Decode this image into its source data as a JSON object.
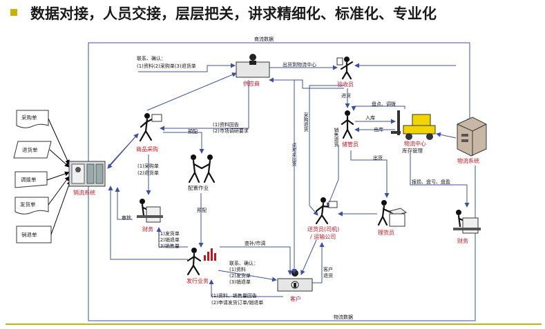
{
  "title": "数据对接，人员交接，层层把关，讲求精细化、标准化、专业化",
  "colors": {
    "accent": "#c8b400",
    "line": "#3c4fa3",
    "red_label": "#c0141e"
  },
  "docs": [
    "采购单",
    "退货单",
    "调拨单",
    "发货单",
    "销退单"
  ],
  "nodes": {
    "sales_system": "销流系统",
    "supplier": "供应商",
    "purchase": "商品采购",
    "allocation": "配置作业",
    "finance_left": "财务",
    "distribution": "发行业务",
    "customer": "客户",
    "inspector": "验收员",
    "warehouse_keeper": "储管员",
    "logistics_center": "物流中心",
    "inventory_mgmt": "库存管理",
    "logistics_system": "物流系统",
    "stocker": "理货员",
    "delivery_line1": "送货员(司机)",
    "delivery_line2": "/ 运输公司",
    "finance_right": "财务"
  },
  "labels": {
    "commerce_data": "商流数据",
    "logistics_data": "物流数据",
    "contact_top_1": "联系、确认：",
    "contact_top_2": "(1)资料(2)采购单(3)退货单",
    "ship_to_center": "出货到物流中心",
    "feedback_1": "(1)资料回告",
    "feedback_2": "(2)市场调研要求",
    "preconfig_1": "预配",
    "purchase_return_1": "(1)采购单",
    "purchase_return_2": "(2)退货单",
    "audit": "审核",
    "preconfig_2": "预配",
    "ship_docs_1": "(1)发货单",
    "ship_docs_2": "(2)销退单",
    "ship_docs_3": "(3)销售量",
    "restock": "查补/市调",
    "contact_bottom_1": "联系、确认：",
    "contact_bottom_2": "(1)资料",
    "contact_bottom_3": "(2)发货单",
    "contact_bottom_4": "(3)销退单",
    "sales_feedback_1": "(1)资料、销售量回告",
    "sales_feedback_2": "(2)申请发货订单/销退单",
    "purchase_return_vertical": "采购退货",
    "checkpoint_vertical": "点对点出货",
    "sales_return_vertical": "销售退货",
    "ship_out": "出货",
    "inbound": "进货",
    "count_transfer": "盘点、调拨",
    "in_stock": "入库",
    "out_stock": "出库",
    "report_count": "报损、盘亏、盘盈",
    "out_goods": "出货",
    "cust_return_1": "客户",
    "cust_return_2": "退货"
  }
}
